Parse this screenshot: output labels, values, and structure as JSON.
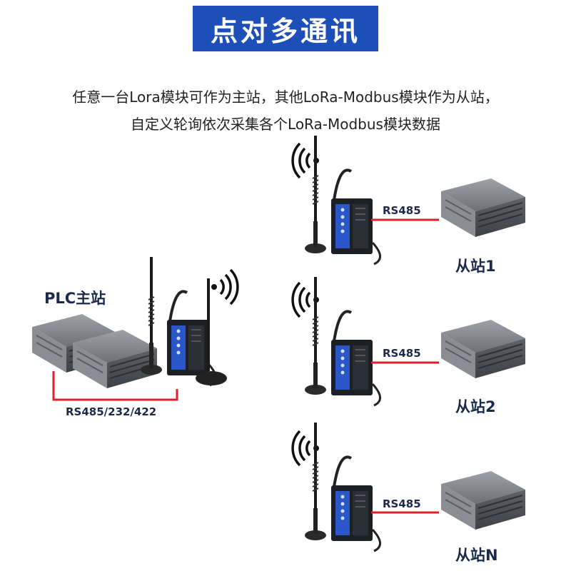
{
  "title": "点对多通讯",
  "description": {
    "line1": "任意一台Lora模块可作为主站，其他LoRa-Modbus模块作为从站，",
    "line2": "自定义轮询依次采集各个LoRa-Modbus模块数据"
  },
  "master": {
    "label": "PLC主站",
    "bus_label": "RS485/232/422"
  },
  "slaves": [
    {
      "label": "从站1",
      "bus_label": "RS485"
    },
    {
      "label": "从站2",
      "bus_label": "RS485"
    },
    {
      "label": "从站N",
      "bus_label": "RS485"
    }
  ],
  "colors": {
    "title_bg": "#1d4fb8",
    "wire": "#e0202a",
    "module_body": "#1c1f24",
    "module_face": "#2a56c8",
    "plc": "#7c8087"
  }
}
